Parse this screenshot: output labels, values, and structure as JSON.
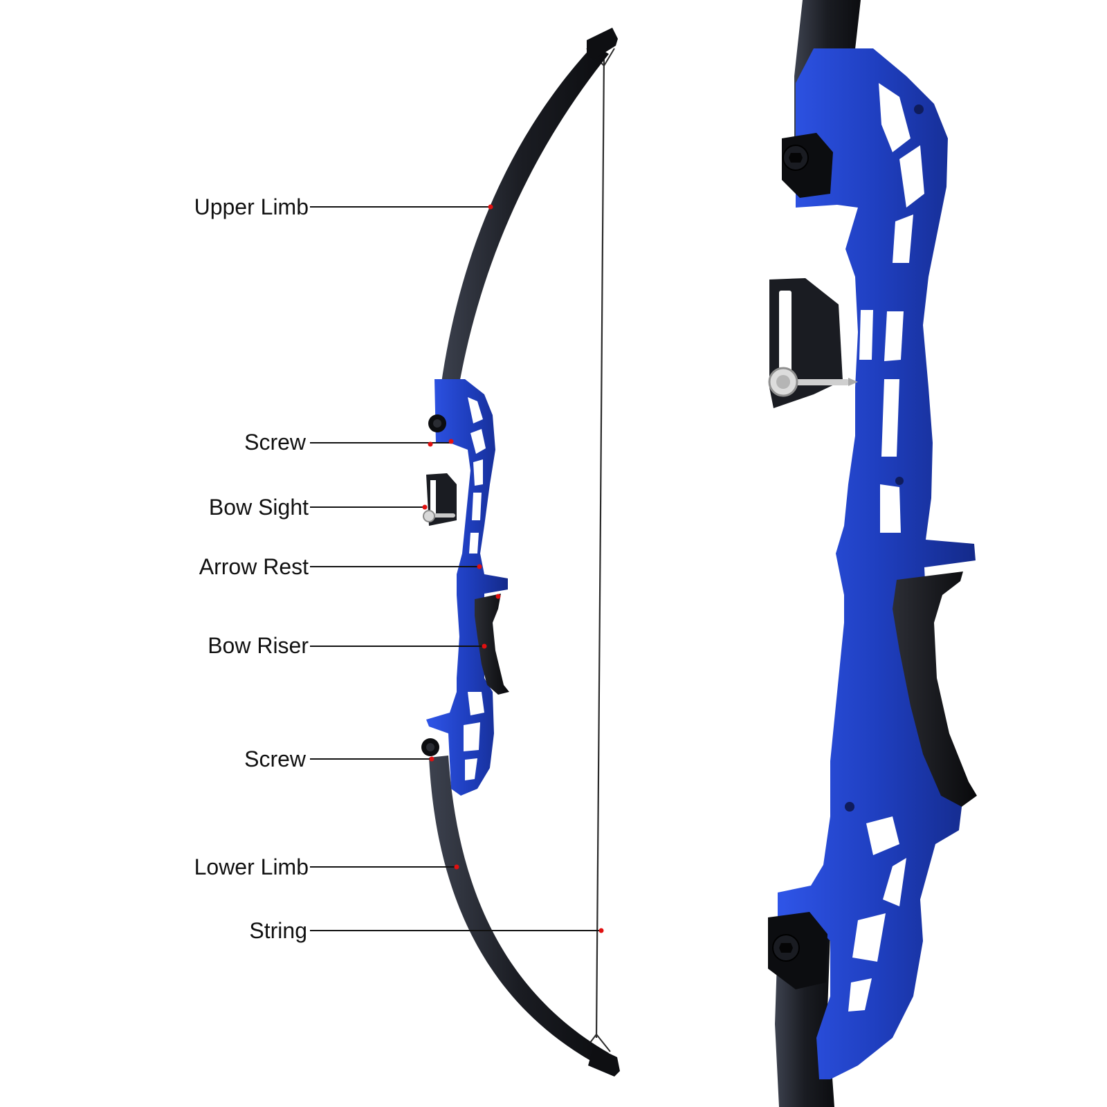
{
  "colors": {
    "background": "#ffffff",
    "riser_blue": "#1f3fc0",
    "riser_blue_light": "#3a5ee0",
    "riser_blue_dark": "#142a8a",
    "limb_black": "#1a1c22",
    "limb_highlight": "#4a4f5c",
    "grip_black": "#16171b",
    "string": "#2a2a2a",
    "callout_line": "#111111",
    "callout_dot": "#e01010",
    "metal": "#c9c9c9"
  },
  "callouts": [
    {
      "id": "upper-limb",
      "label": "Upper Limb"
    },
    {
      "id": "screw-upper",
      "label": "Screw"
    },
    {
      "id": "bow-sight",
      "label": "Bow Sight"
    },
    {
      "id": "arrow-rest",
      "label": "Arrow Rest"
    },
    {
      "id": "bow-riser",
      "label": "Bow Riser"
    },
    {
      "id": "screw-lower",
      "label": "Screw"
    },
    {
      "id": "lower-limb",
      "label": "Lower Limb"
    },
    {
      "id": "string",
      "label": "String"
    }
  ]
}
